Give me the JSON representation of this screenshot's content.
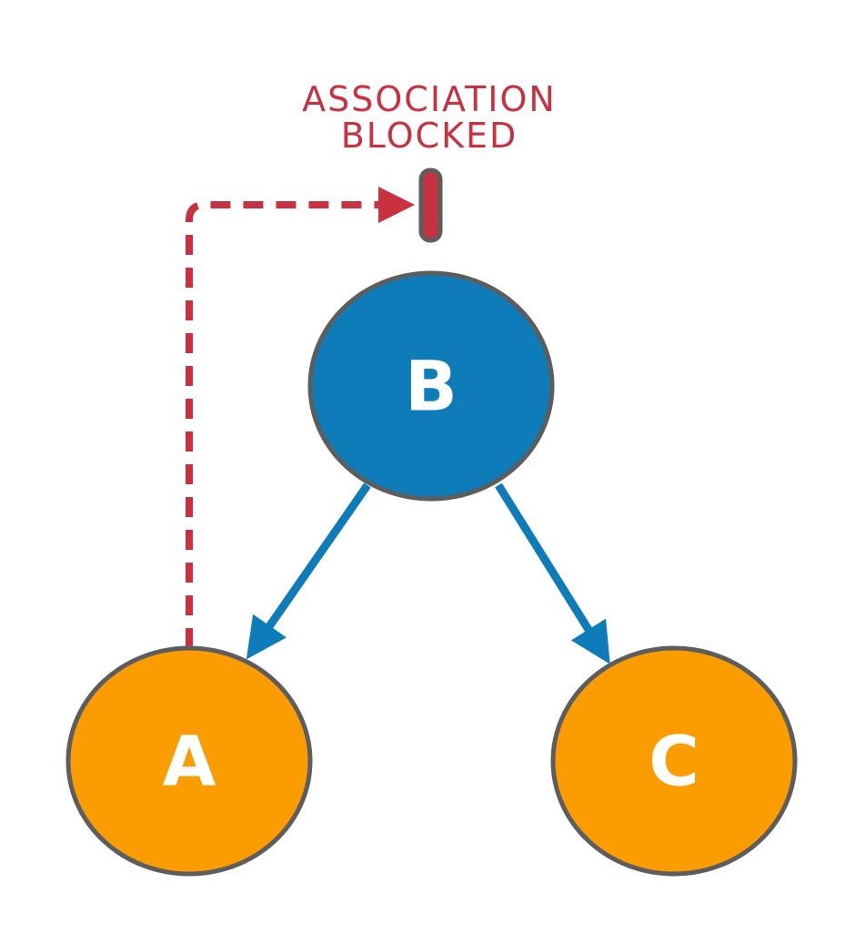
{
  "blocked_label": {
    "line1": "ASSOCIATION",
    "line2": "BLOCKED"
  },
  "nodes": {
    "a": {
      "label": "A"
    },
    "b": {
      "label": "B"
    },
    "c": {
      "label": "C"
    }
  },
  "colors": {
    "node_b_fill": "#0f7cba",
    "node_ac_fill": "#fb9c00",
    "node_stroke": "#5d5d5d",
    "edge_blue": "#0f7cba",
    "blocked_red": "#c8313f"
  }
}
